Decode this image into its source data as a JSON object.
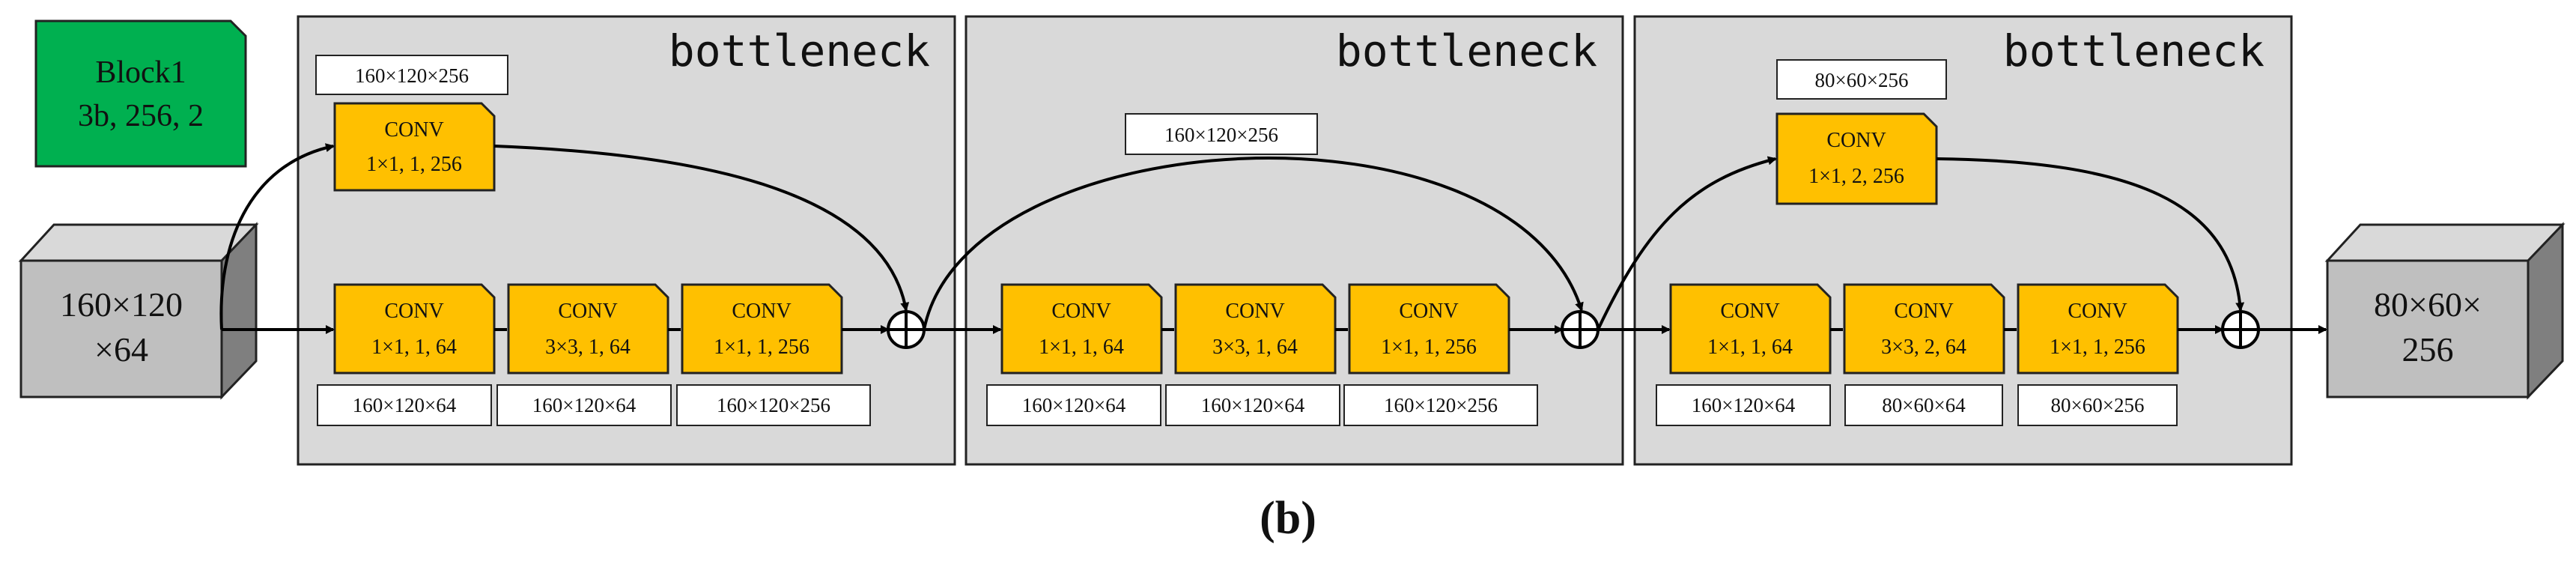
{
  "legend": {
    "label_line1": "Block1",
    "label_line2": "3b, 256, 2",
    "color": "#00b050"
  },
  "input_tensor": {
    "line1": "160×120",
    "line2": "×64"
  },
  "output_tensor": {
    "line1": "80×60×",
    "line2": "256"
  },
  "colors": {
    "conv": "#ffc000",
    "bottleneck_bg": "#d9d9d9",
    "cube_front": "#bfbfbf",
    "cube_top": "#d9d9d9",
    "cube_side": "#7f7f7f"
  },
  "bottlenecks": [
    {
      "title": "bottleneck",
      "shortcut_dim": "160×120×256",
      "shortcut_conv": {
        "name": "CONV",
        "params": "1×1, 1, 256"
      },
      "convs": [
        {
          "name": "CONV",
          "params": "1×1, 1, 64",
          "dim": "160×120×64"
        },
        {
          "name": "CONV",
          "params": "3×3, 1, 64",
          "dim": "160×120×64"
        },
        {
          "name": "CONV",
          "params": "1×1, 1, 256",
          "dim": "160×120×256"
        }
      ]
    },
    {
      "title": "bottleneck",
      "shortcut_dim": "160×120×256",
      "convs": [
        {
          "name": "CONV",
          "params": "1×1, 1, 64",
          "dim": "160×120×64"
        },
        {
          "name": "CONV",
          "params": "3×3, 1, 64",
          "dim": "160×120×64"
        },
        {
          "name": "CONV",
          "params": "1×1, 1, 256",
          "dim": "160×120×256"
        }
      ]
    },
    {
      "title": "bottleneck",
      "shortcut_dim": "80×60×256",
      "shortcut_conv": {
        "name": "CONV",
        "params": "1×1, 2, 256"
      },
      "convs": [
        {
          "name": "CONV",
          "params": "1×1, 1, 64",
          "dim": "160×120×64"
        },
        {
          "name": "CONV",
          "params": "3×3, 2, 64",
          "dim": "80×60×64"
        },
        {
          "name": "CONV",
          "params": "1×1, 1, 256",
          "dim": "80×60×256"
        }
      ]
    }
  ],
  "caption": "(b)"
}
